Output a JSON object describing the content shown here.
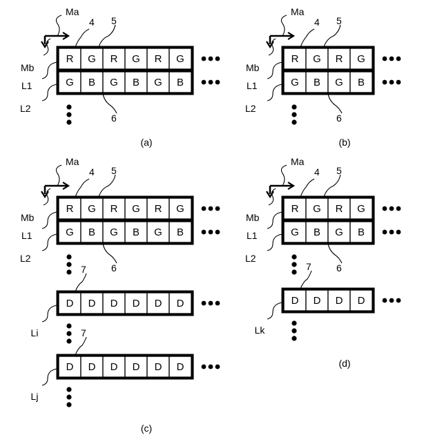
{
  "panels": [
    {
      "id": "a",
      "caption": "(a)",
      "axis_labels": {
        "main": "Ma",
        "sub": "Mb"
      },
      "refs": {
        "first": "4",
        "second": "5",
        "lower": "6"
      },
      "line_labels": [
        "L1",
        "L2"
      ],
      "rows": [
        [
          "R",
          "G",
          "R",
          "G",
          "R",
          "G"
        ],
        [
          "G",
          "B",
          "G",
          "B",
          "G",
          "B"
        ]
      ],
      "extra_rows": []
    },
    {
      "id": "b",
      "caption": "(b)",
      "axis_labels": {
        "main": "Ma",
        "sub": "Mb"
      },
      "refs": {
        "first": "4",
        "second": "5",
        "lower": "6"
      },
      "line_labels": [
        "L1",
        "L2"
      ],
      "rows": [
        [
          "R",
          "G",
          "R",
          "G"
        ],
        [
          "G",
          "B",
          "G",
          "B"
        ]
      ],
      "extra_rows": []
    },
    {
      "id": "c",
      "caption": "(c)",
      "axis_labels": {
        "main": "Ma",
        "sub": "Mb"
      },
      "refs": {
        "first": "4",
        "second": "5",
        "lower": "6"
      },
      "line_labels": [
        "L1",
        "L2"
      ],
      "rows": [
        [
          "R",
          "G",
          "R",
          "G",
          "R",
          "G"
        ],
        [
          "G",
          "B",
          "G",
          "B",
          "G",
          "B"
        ]
      ],
      "extra_rows": [
        {
          "ref": "7",
          "line_label": "Li",
          "cells": [
            "D",
            "D",
            "D",
            "D",
            "D",
            "D"
          ]
        },
        {
          "ref": "7",
          "line_label": "Lj",
          "cells": [
            "D",
            "D",
            "D",
            "D",
            "D",
            "D"
          ]
        }
      ]
    },
    {
      "id": "d",
      "caption": "(d)",
      "axis_labels": {
        "main": "Ma",
        "sub": "Mb"
      },
      "refs": {
        "first": "4",
        "second": "5",
        "lower": "6"
      },
      "line_labels": [
        "L1",
        "L2"
      ],
      "rows": [
        [
          "R",
          "G",
          "R",
          "G"
        ],
        [
          "G",
          "B",
          "G",
          "B"
        ]
      ],
      "extra_rows": [
        {
          "ref": "7",
          "line_label": "Lk",
          "cells": [
            "D",
            "D",
            "D",
            "D"
          ]
        }
      ]
    }
  ]
}
